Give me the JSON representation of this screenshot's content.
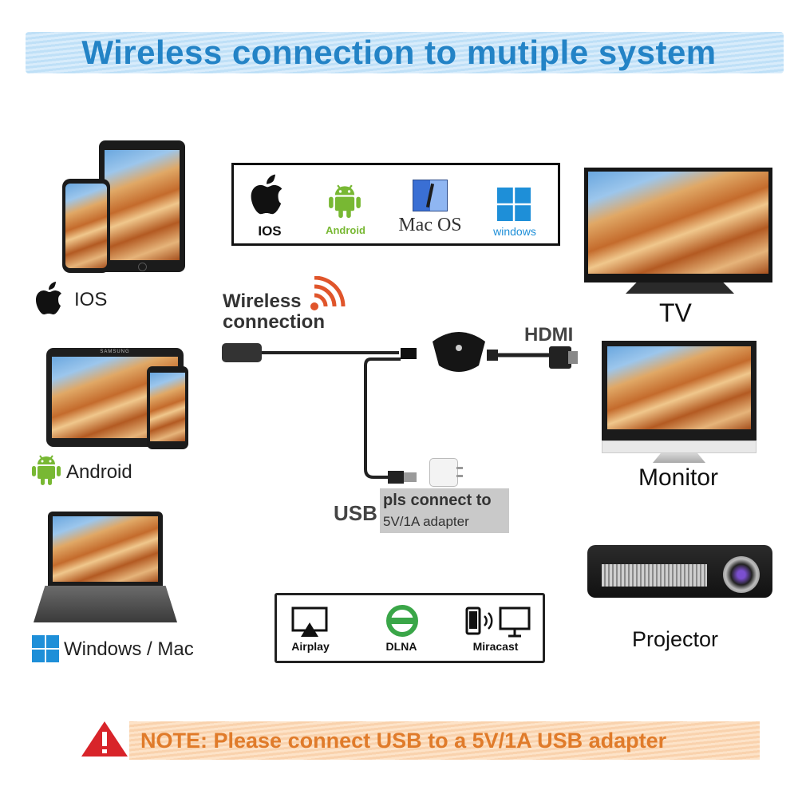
{
  "title": "Wireless connection to mutiple system",
  "os_box": {
    "items": [
      {
        "label": "IOS",
        "icon": "apple-icon",
        "color": "#111111"
      },
      {
        "label": "Android",
        "icon": "android-robot-icon",
        "color": "#78b833"
      },
      {
        "label": "Mac OS",
        "icon": "mac-finder-icon",
        "color": "#333333"
      },
      {
        "label": "windows",
        "icon": "windows-logo-icon",
        "color": "#1e8fd8"
      }
    ]
  },
  "left_devices": [
    {
      "label": "IOS",
      "icon": "apple-icon"
    },
    {
      "label": "Android",
      "icon": "android-robot-icon"
    },
    {
      "label": "Windows / Mac",
      "icon": "windows-logo-icon"
    }
  ],
  "tablet_brand": "SAMSUNG",
  "wireless": {
    "line1": "Wireless",
    "line2": "connection",
    "icon": "wifi-signal-icon",
    "color": "#e0552b"
  },
  "hdmi_label": "HDMI",
  "usb_label": "USB",
  "usb_note": {
    "line1": "pls connect to",
    "line2": "5V/1A adapter"
  },
  "right_devices": [
    {
      "label": "TV"
    },
    {
      "label": "Monitor"
    },
    {
      "label": "Projector"
    }
  ],
  "protocols": [
    {
      "label": "Airplay",
      "icon": "airplay-icon"
    },
    {
      "label": "DLNA",
      "icon": "dlna-icon"
    },
    {
      "label": "Miracast",
      "icon": "miracast-icon"
    }
  ],
  "note": "NOTE: Please connect USB to a 5V/1A USB adapter",
  "colors": {
    "title": "#2383c6",
    "note": "#e07b2a",
    "warning": "#d8242a"
  }
}
